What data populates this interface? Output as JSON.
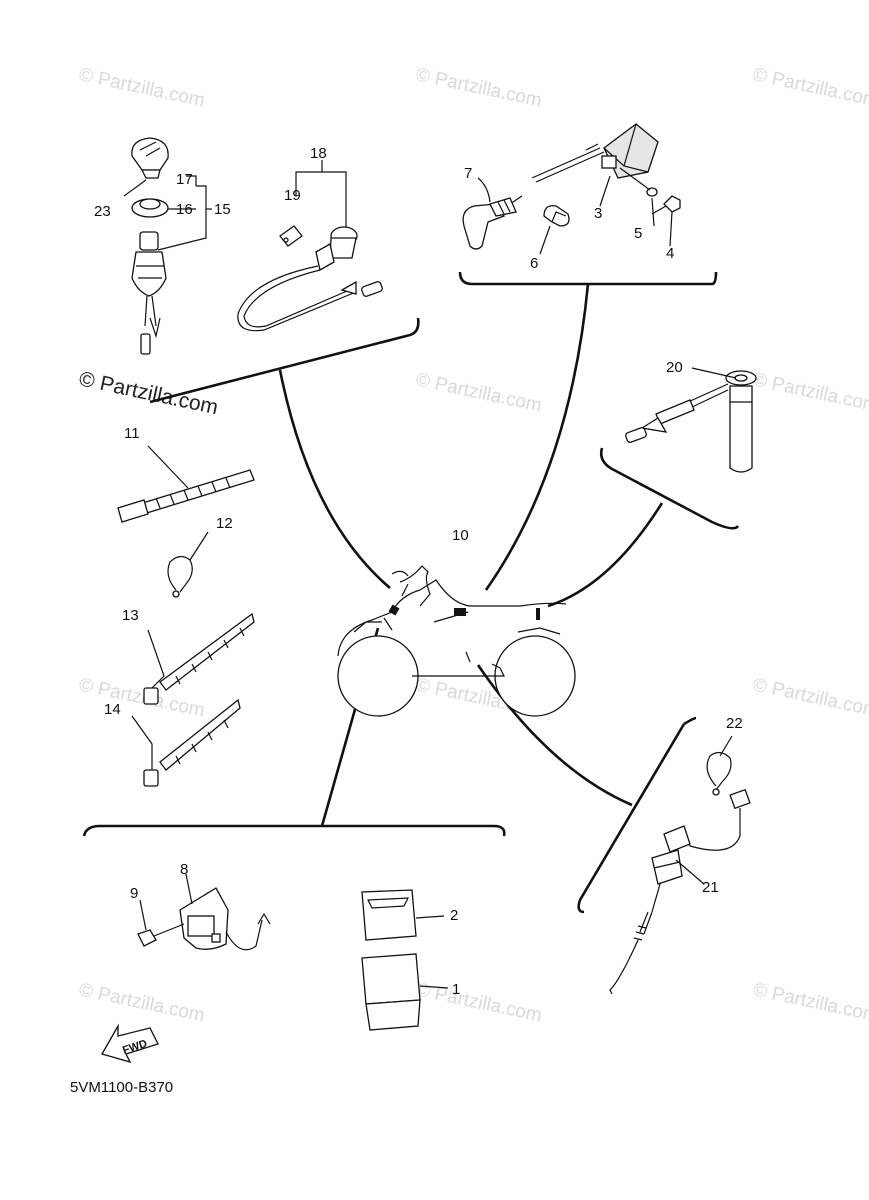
{
  "watermarks": {
    "text": "© Partzilla.com",
    "feature_text": "© Partzilla.com"
  },
  "diagram_code": "5VM1100-B370",
  "fwd_label": "FWD",
  "callouts": {
    "c1": "1",
    "c2": "2",
    "c3": "3",
    "c4": "4",
    "c5": "5",
    "c6": "6",
    "c7": "7",
    "c8": "8",
    "c9": "9",
    "c10": "10",
    "c11": "11",
    "c12": "12",
    "c13": "13",
    "c14": "14",
    "c15": "15",
    "c16": "16",
    "c17": "17",
    "c18": "18",
    "c19": "19",
    "c20": "20",
    "c21": "21",
    "c22": "22",
    "c23": "23"
  }
}
